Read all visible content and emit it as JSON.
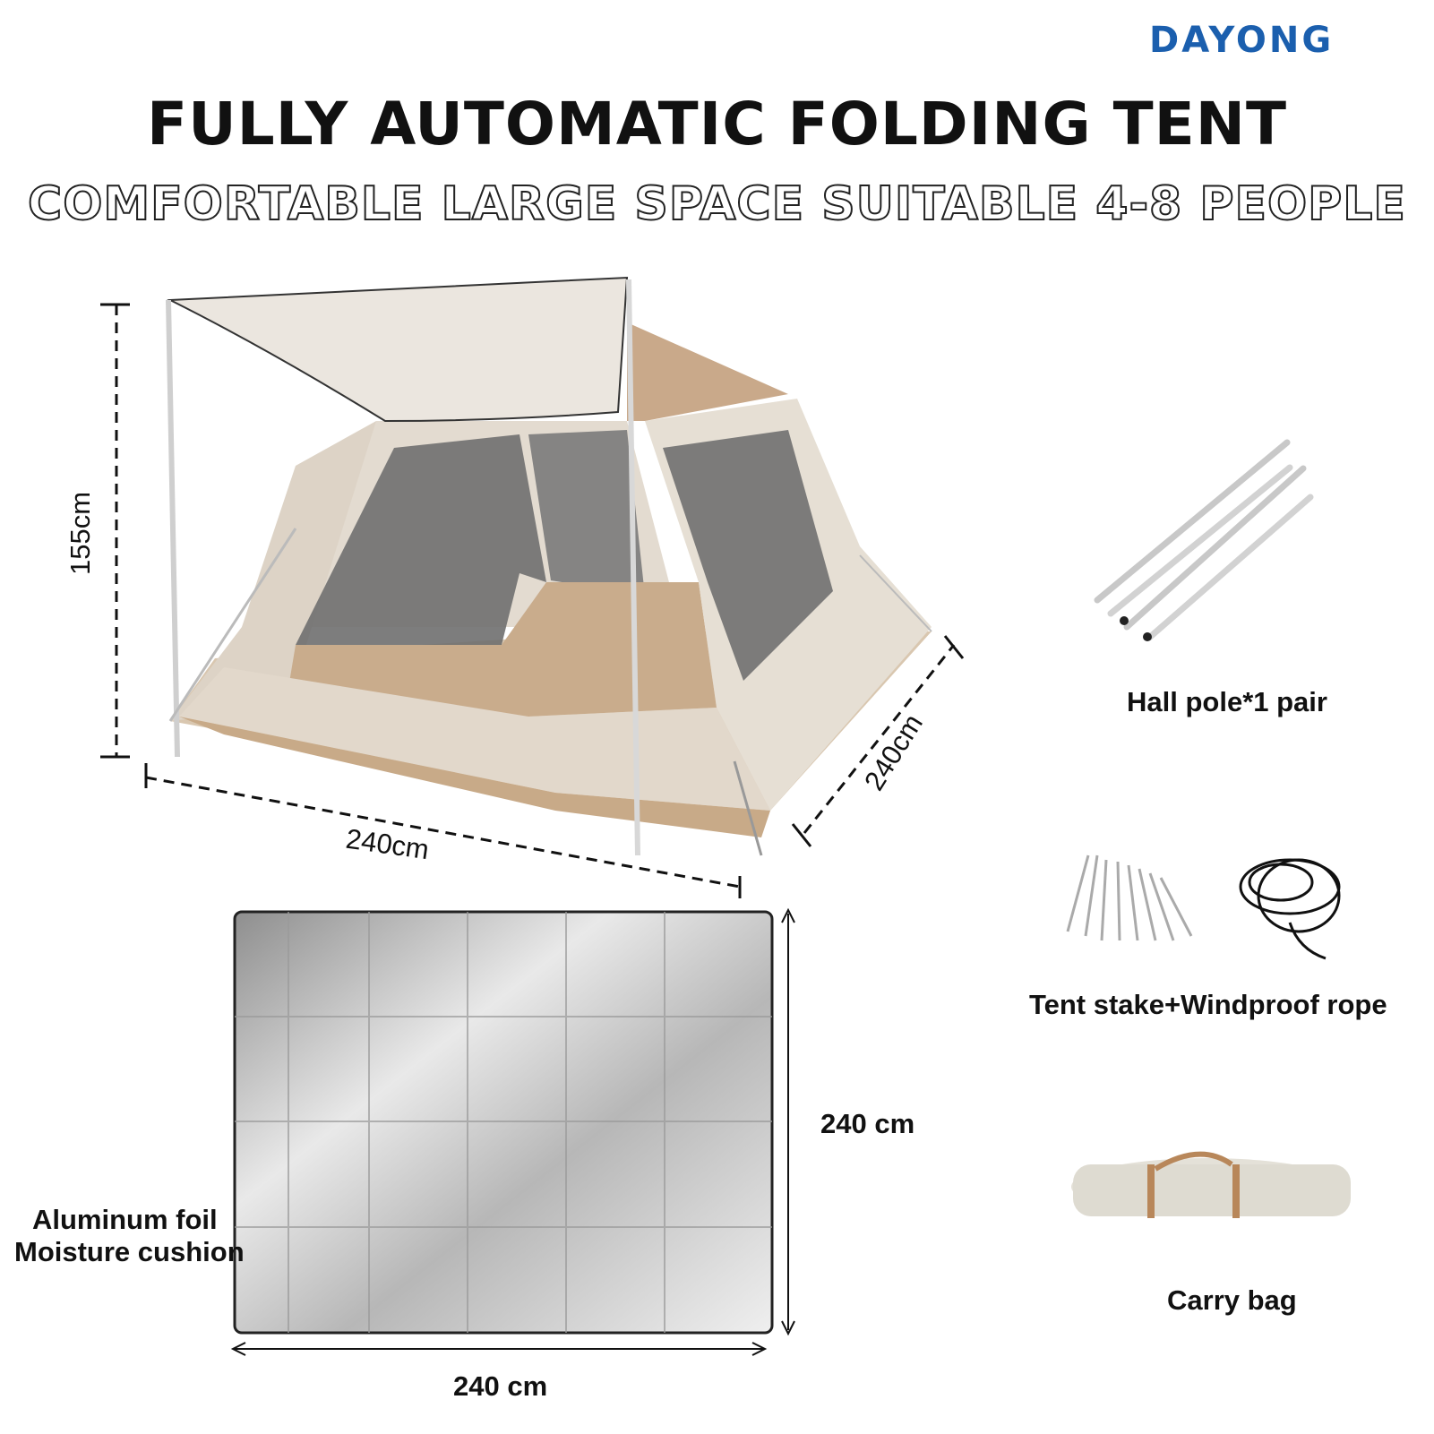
{
  "brand": {
    "logo_text": "DAYONG",
    "color": "#1b5fae"
  },
  "headline": {
    "title": "FULLY AUTOMATIC FOLDING TENT",
    "subtitle": "COMFORTABLE LARGE SPACE SUITABLE 4-8 PEOPLE"
  },
  "tent": {
    "height_label": "155cm",
    "width_label": "240cm",
    "depth_label": "240cm",
    "colors": {
      "canvas": "#e6dfd4",
      "accent": "#c9ac8c",
      "mesh": "#6f6f6f"
    }
  },
  "mat": {
    "name_line1": "Aluminum foil",
    "name_line2": "Moisture cushion",
    "height_label": "240 cm",
    "width_label": "240 cm"
  },
  "accessories": [
    {
      "icon": "poles-icon",
      "label": "Hall pole*1 pair"
    },
    {
      "icon": "stakes-rope-icon",
      "label": "Tent stake+Windproof rope"
    },
    {
      "icon": "carry-bag-icon",
      "label": "Carry bag"
    }
  ]
}
